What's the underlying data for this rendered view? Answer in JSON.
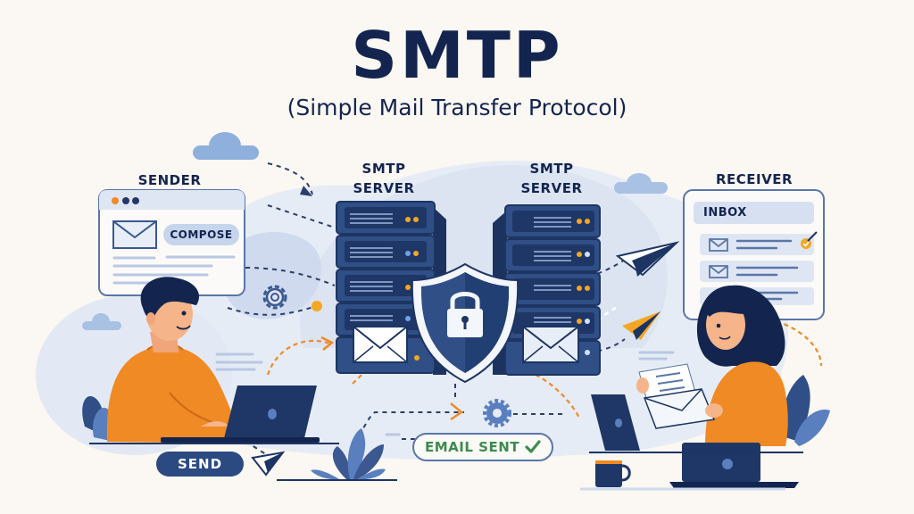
{
  "header": {
    "title": "SMTP",
    "subtitle": "(Simple Mail Transfer Protocol)"
  },
  "sender": {
    "label": "SENDER",
    "window": {
      "compose_label": "COMPOSE"
    },
    "send_button_label": "SEND"
  },
  "servers": [
    {
      "label_line1": "SMTP",
      "label_line2": "SERVER"
    },
    {
      "label_line1": "SMTP",
      "label_line2": "SERVER"
    }
  ],
  "receiver": {
    "label": "RECEIVER",
    "inbox": {
      "title": "INBOX",
      "items": [
        {
          "icon": "envelope-icon",
          "read": true
        },
        {
          "icon": "envelope-icon",
          "read": false
        },
        {
          "icon": "none",
          "read": false
        }
      ]
    }
  },
  "status": {
    "email_sent_label": "EMAIL SENT",
    "check_icon": "check-icon"
  },
  "colors": {
    "navy": "#13254f",
    "server_blue": "#2f4f86",
    "accent_orange": "#f08a24",
    "light_blue": "#dfe7f4",
    "success_green": "#3f8a4f",
    "background": "#fbf7f2"
  },
  "icons": [
    "cloud-icon",
    "gear-icon",
    "shield-lock-icon",
    "paper-plane-icon",
    "envelope-icon",
    "laptop-icon",
    "mug-icon",
    "plant-icon"
  ]
}
